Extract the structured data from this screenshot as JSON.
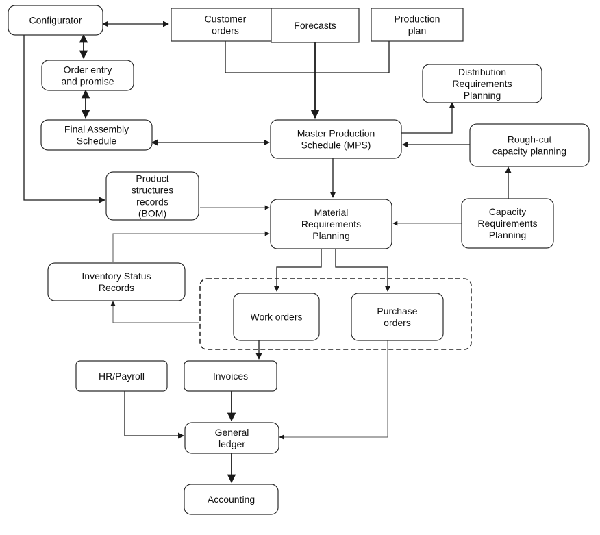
{
  "nodes": {
    "configurator": {
      "lines": [
        "Configurator"
      ]
    },
    "customer_orders": {
      "lines": [
        "Customer",
        "orders"
      ]
    },
    "forecasts": {
      "lines": [
        "Forecasts"
      ]
    },
    "production_plan": {
      "lines": [
        "Production",
        "plan"
      ]
    },
    "order_entry": {
      "lines": [
        "Order entry",
        "and promise"
      ]
    },
    "distribution_rp": {
      "lines": [
        "Distribution",
        "Requirements",
        "Planning"
      ]
    },
    "final_assembly": {
      "lines": [
        "Final Assembly",
        "Schedule"
      ]
    },
    "mps": {
      "lines": [
        "Master Production",
        "Schedule (MPS)"
      ]
    },
    "rough_cut": {
      "lines": [
        "Rough-cut",
        "capacity planning"
      ]
    },
    "bom": {
      "lines": [
        "Product",
        "structures",
        "records",
        "(BOM)"
      ]
    },
    "mrp": {
      "lines": [
        "Material",
        "Requirements",
        "Planning"
      ]
    },
    "crp": {
      "lines": [
        "Capacity",
        "Requirements",
        "Planning"
      ]
    },
    "inventory": {
      "lines": [
        "Inventory Status",
        "Records"
      ]
    },
    "work_orders": {
      "lines": [
        "Work orders"
      ]
    },
    "purchase_orders": {
      "lines": [
        "Purchase",
        "orders"
      ]
    },
    "hr_payroll": {
      "lines": [
        "HR/Payroll"
      ]
    },
    "invoices": {
      "lines": [
        "Invoices"
      ]
    },
    "general_ledger": {
      "lines": [
        "General",
        "ledger"
      ]
    },
    "accounting": {
      "lines": [
        "Accounting"
      ]
    }
  }
}
